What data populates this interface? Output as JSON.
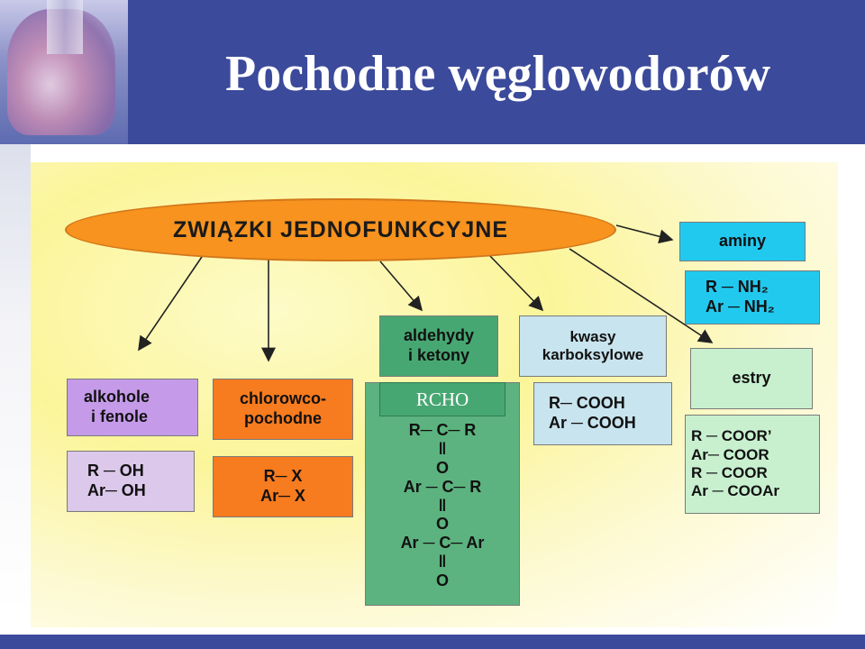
{
  "slide": {
    "title": "Pochodne węglowodorów"
  },
  "diagram": {
    "root": "ZWIĄZKI JEDNOFUNKCYJNE",
    "alkohole": {
      "label": [
        "alkohole",
        "i fenole"
      ],
      "formulas": [
        "R ─ OH",
        "Ar─ OH"
      ]
    },
    "chlorowco": {
      "label": [
        "chlorowco-",
        "pochodne"
      ],
      "formulas": [
        "R─ X",
        "Ar─ X"
      ]
    },
    "aldehydy": {
      "label": [
        "aldehydy",
        "i ketony"
      ],
      "overlay": "RCHO",
      "formulas": [
        "R─ C─ R",
        "‖",
        "O",
        "Ar ─ C─ R",
        "‖",
        "O",
        "Ar ─ C─ Ar",
        "‖",
        "O"
      ]
    },
    "kwasy": {
      "label": [
        "kwasy",
        "karboksylowe"
      ],
      "formulas": [
        "R─ COOH",
        "Ar ─ COOH"
      ]
    },
    "aminy": {
      "label": "aminy",
      "formulas": [
        "R ─ NH₂",
        "Ar ─ NH₂"
      ]
    },
    "estry": {
      "label": "estry",
      "formulas": [
        "R ─ COOR’",
        "Ar─ COOR",
        "R ─ COOR",
        "Ar ─ COOAr"
      ]
    }
  },
  "colors": {
    "header": "#3b4a9a",
    "ellipse": "#f7931e",
    "purple": "#c59be9",
    "lilac": "#dcc8ea",
    "orange": "#f77b1f",
    "green": "#47a772",
    "lightblue": "#c8e4ee",
    "cyan": "#22c9ef",
    "mint": "#c8f0cf"
  }
}
